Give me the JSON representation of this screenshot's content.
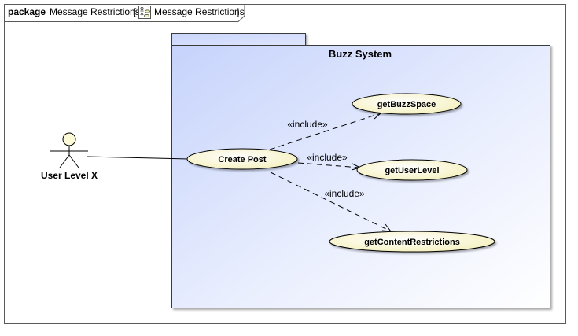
{
  "frame": {
    "keyword": "package",
    "name": "Message Restrictions",
    "open_bracket": "[",
    "diagram_name": "Message Restrictions",
    "close_bracket": "]",
    "diagram_icon": "use-case-diagram-icon"
  },
  "system": {
    "name": "Buzz System"
  },
  "actor": {
    "name": "User Level X",
    "icon": "stick-figure-icon"
  },
  "use_cases": {
    "create_post": "Create Post",
    "get_buzz_space": "getBuzzSpace",
    "get_user_level": "getUserLevel",
    "get_content_restrictions": "getContentRestrictions"
  },
  "relations": {
    "include_1": "«include»",
    "include_2": "«include»",
    "include_3": "«include»"
  },
  "colors": {
    "use_case_fill": "#fdfbd7",
    "system_fill_light": "#ffffff",
    "system_fill_dark": "#ccd8ff",
    "stroke": "#000000",
    "frame_border": "#595959"
  }
}
